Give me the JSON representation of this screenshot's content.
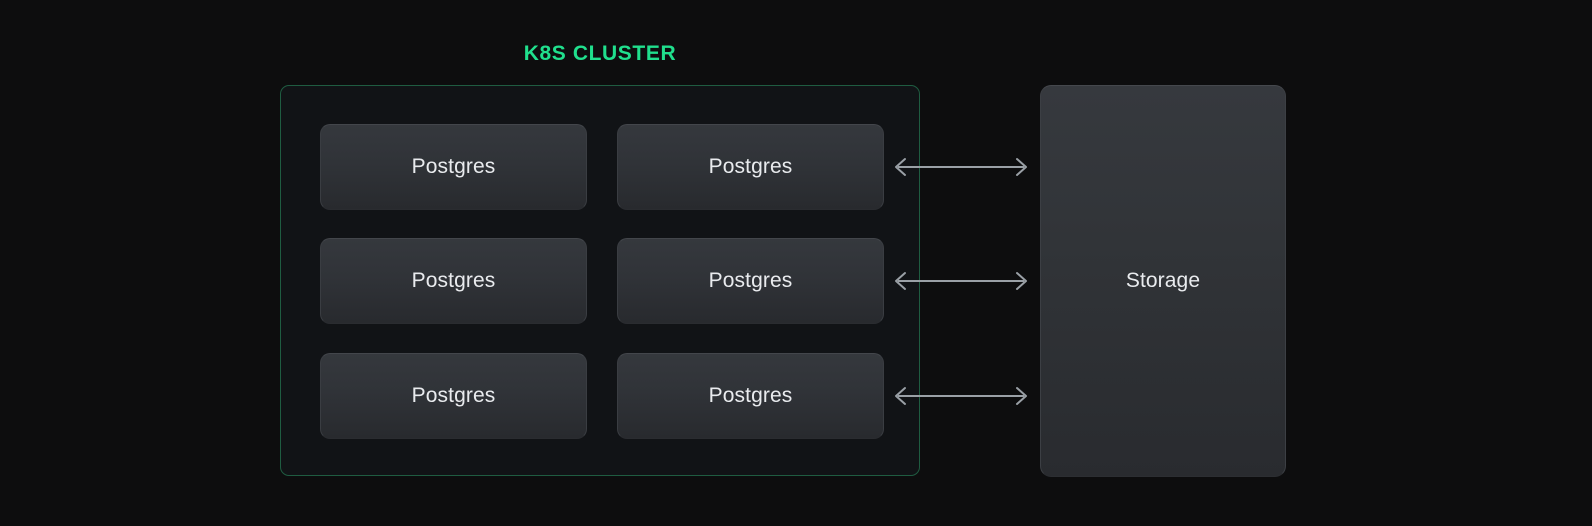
{
  "diagram": {
    "type": "architecture-diagram",
    "background_color": "#0d0d0e",
    "cluster": {
      "title": "K8S Cluster",
      "title_color": "#20df8d",
      "border_color": "#1f5c41",
      "fill_color": "#111316",
      "nodes": [
        {
          "label": "Postgres",
          "column": "left",
          "row": 1
        },
        {
          "label": "Postgres",
          "column": "right",
          "row": 1
        },
        {
          "label": "Postgres",
          "column": "left",
          "row": 2
        },
        {
          "label": "Postgres",
          "column": "right",
          "row": 2
        },
        {
          "label": "Postgres",
          "column": "left",
          "row": 3
        },
        {
          "label": "Postgres",
          "column": "right",
          "row": 3
        }
      ]
    },
    "storage": {
      "label": "Storage",
      "fill_color": "#313438",
      "border_color": "#45484d"
    },
    "connectors": [
      {
        "from": "Postgres",
        "to": "Storage",
        "direction": "bidirectional",
        "row": 1,
        "color": "#9aa0a6"
      },
      {
        "from": "Postgres",
        "to": "Storage",
        "direction": "bidirectional",
        "row": 2,
        "color": "#9aa0a6"
      },
      {
        "from": "Postgres",
        "to": "Storage",
        "direction": "bidirectional",
        "row": 3,
        "color": "#9aa0a6"
      }
    ]
  }
}
